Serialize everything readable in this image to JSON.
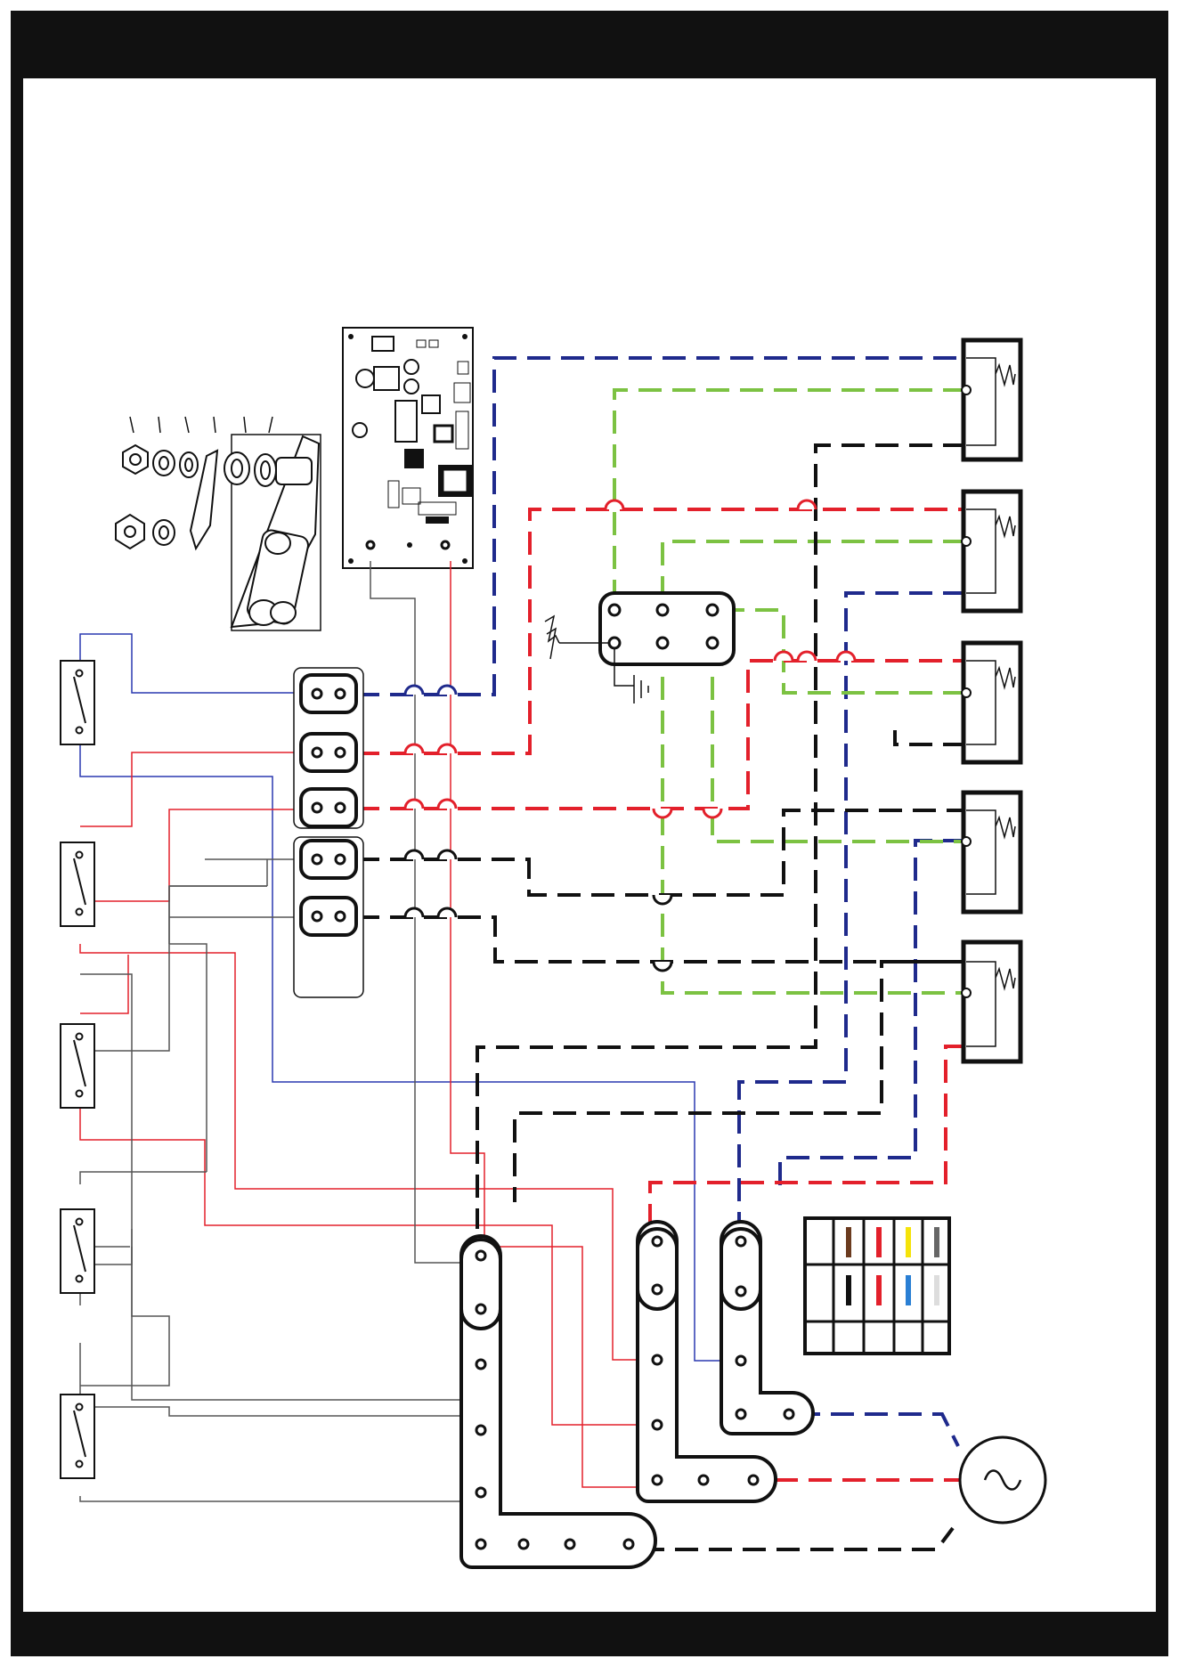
{
  "page": {
    "header_text": "",
    "footer_text": ""
  },
  "colors": {
    "frame": "#111111",
    "blue": "#1f2a8c",
    "red": "#e3202b",
    "green": "#7cc242",
    "black": "#111111",
    "wire_blue_thin": "#2a38b0",
    "wire_red_thin": "#e3202b",
    "wire_gray": "#555555"
  },
  "components": {
    "control_board": {
      "icon": "pcb-icon"
    },
    "hardware_kit": {
      "icon": "nut-washer-assembly-icon"
    },
    "switches": {
      "count": 5,
      "icon": "switch-icon"
    },
    "sockets": {
      "count": 5,
      "icon": "socket-icon"
    },
    "terminal_block": {
      "terminals": 6,
      "icon": "terminal-block-icon"
    },
    "heating_elements": {
      "count": 5,
      "icon": "resistor-icon"
    },
    "bus_bars": {
      "count": 3,
      "icon": "bus-bar-icon"
    },
    "power_source": {
      "icon": "ac-source-icon"
    },
    "ground": {
      "icon": "ground-icon"
    }
  },
  "color_legend": {
    "swatches_row1": [
      "#111111",
      "#6b3b1f",
      "#e3202b",
      "#f5e30a",
      "#666666"
    ],
    "swatches_row2": [
      "#111111",
      "#111111",
      "#e3202b",
      "#2a7fd4",
      "#dddddd"
    ]
  }
}
